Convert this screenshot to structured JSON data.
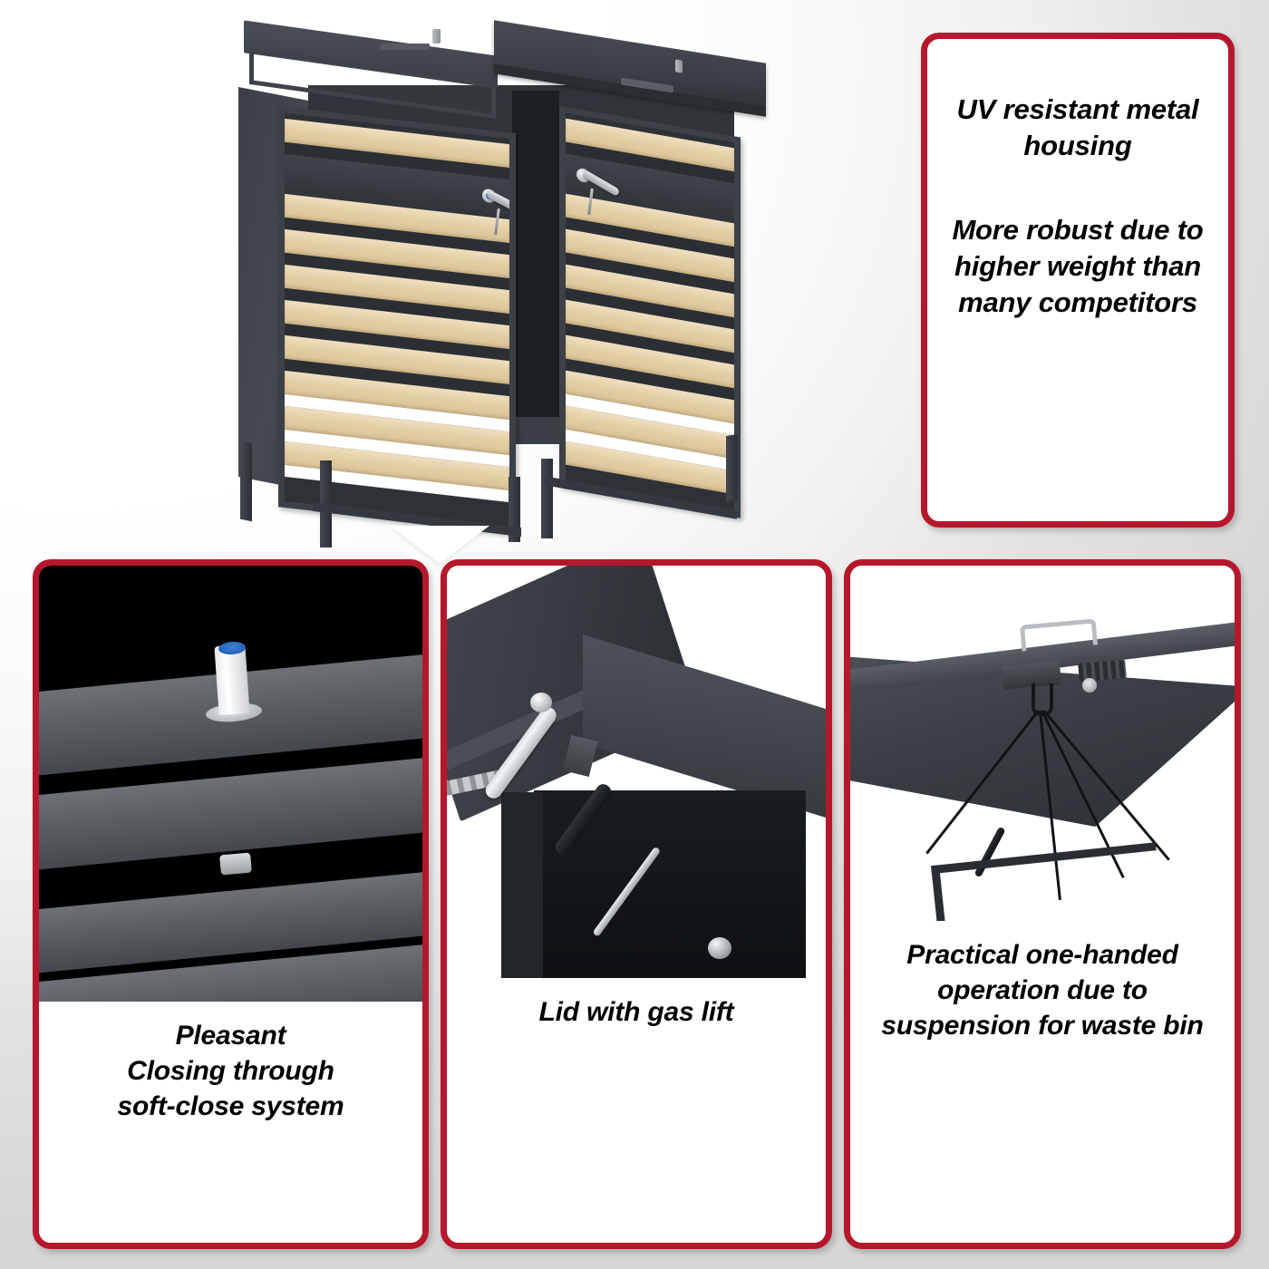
{
  "background": {
    "top_color": "#ffffff",
    "bottom_color": "#d6d6d6"
  },
  "theme": {
    "border_red": "#b5182b",
    "text_black": "#000000",
    "panel_white": "#ffffff",
    "metal_anthracite": "#3a3f45",
    "wood_slat": "#e4cfa5",
    "damper_blue": "#2f6fd0"
  },
  "product": {
    "name": "double-waste-bin-storage-box",
    "frame_color": "#3a3f45",
    "slat_color": "#e4cfa5",
    "doors": 2,
    "slats_per_door": 8
  },
  "feature_card": {
    "line_1": "UV resistant metal housing",
    "line_2": "More robust due to higher weight than many competitors"
  },
  "panels": [
    {
      "id": "soft-close",
      "photo_alt": "close-up of white and blue soft-close damper pin on dark metal bars",
      "caption": "Pleasant\nClosing through\nsoft-close system",
      "caption_line_1": "Pleasant",
      "caption_line_2": "Closing through",
      "caption_line_3": "soft-close system"
    },
    {
      "id": "gas-lift",
      "photo_alt": "open lid held up by a chrome gas lift strut",
      "caption": "Lid with gas lift"
    },
    {
      "id": "suspension",
      "photo_alt": "underside of lid showing handle, lock and suspension cables for the waste bin",
      "caption": "Practical one-handed operation due to suspension for waste bin"
    }
  ]
}
